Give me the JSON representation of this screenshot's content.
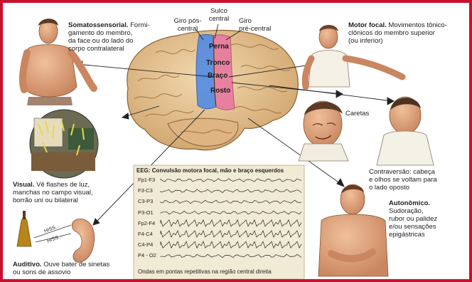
{
  "colors": {
    "frame": "#c8102e",
    "brain": "#e9c79a",
    "postcentral": "#5b8ee0",
    "precentral": "#e87da0",
    "skin": "#e2a478",
    "eeg_bg": "#f1ead4"
  },
  "brain_labels": {
    "giro_pos": "Giro pós-\ncentral",
    "sulco": "Sulco\ncentral",
    "giro_pre": "Giro\npré-central",
    "perna": "Perna",
    "tronco": "Tronco",
    "braco": "Braço",
    "rosto": "Rosto"
  },
  "somatosensorial": {
    "title": "Somatossensorial.",
    "text": " Formi-\ngamento do membro,\nda face ou do lado do\ncorpo contralateral"
  },
  "motor_focal": {
    "title": "Motor focal.",
    "text": " Movimentos tônico-\nclônicos do membro superior\n(ou inferior)"
  },
  "caretas": "Caretas",
  "contraversao": "Contraversão: cabeça\ne olhos se voltam para\no lado oposto",
  "visual": {
    "title": "Visual.",
    "text": " Vê flashes de luz,\nmanchas no campo visual,\nborrão uni ou bilateral"
  },
  "autonomico": {
    "title": "Autonômico.",
    "text": "Sudoração,\nrubor ou palidez\ne/ou sensações\nepigástricas"
  },
  "auditivo": {
    "title": "Auditivo.",
    "text": " Ouve bater de sinetas\nou sons de assovio",
    "hiss1": "HISS...",
    "hiss2": "HISS..."
  },
  "eeg": {
    "title": "EEG: Convulsão motora focal, mão e braço esquerdos",
    "channels": [
      "Fp1-F3",
      "F3-C3",
      "C3-P3",
      "P3-O1",
      "Fp2-F4",
      "F4-C4",
      "C4-P4",
      "P4 - O2"
    ],
    "caption": "Ondas em pontas repetitivas na região central direita"
  }
}
